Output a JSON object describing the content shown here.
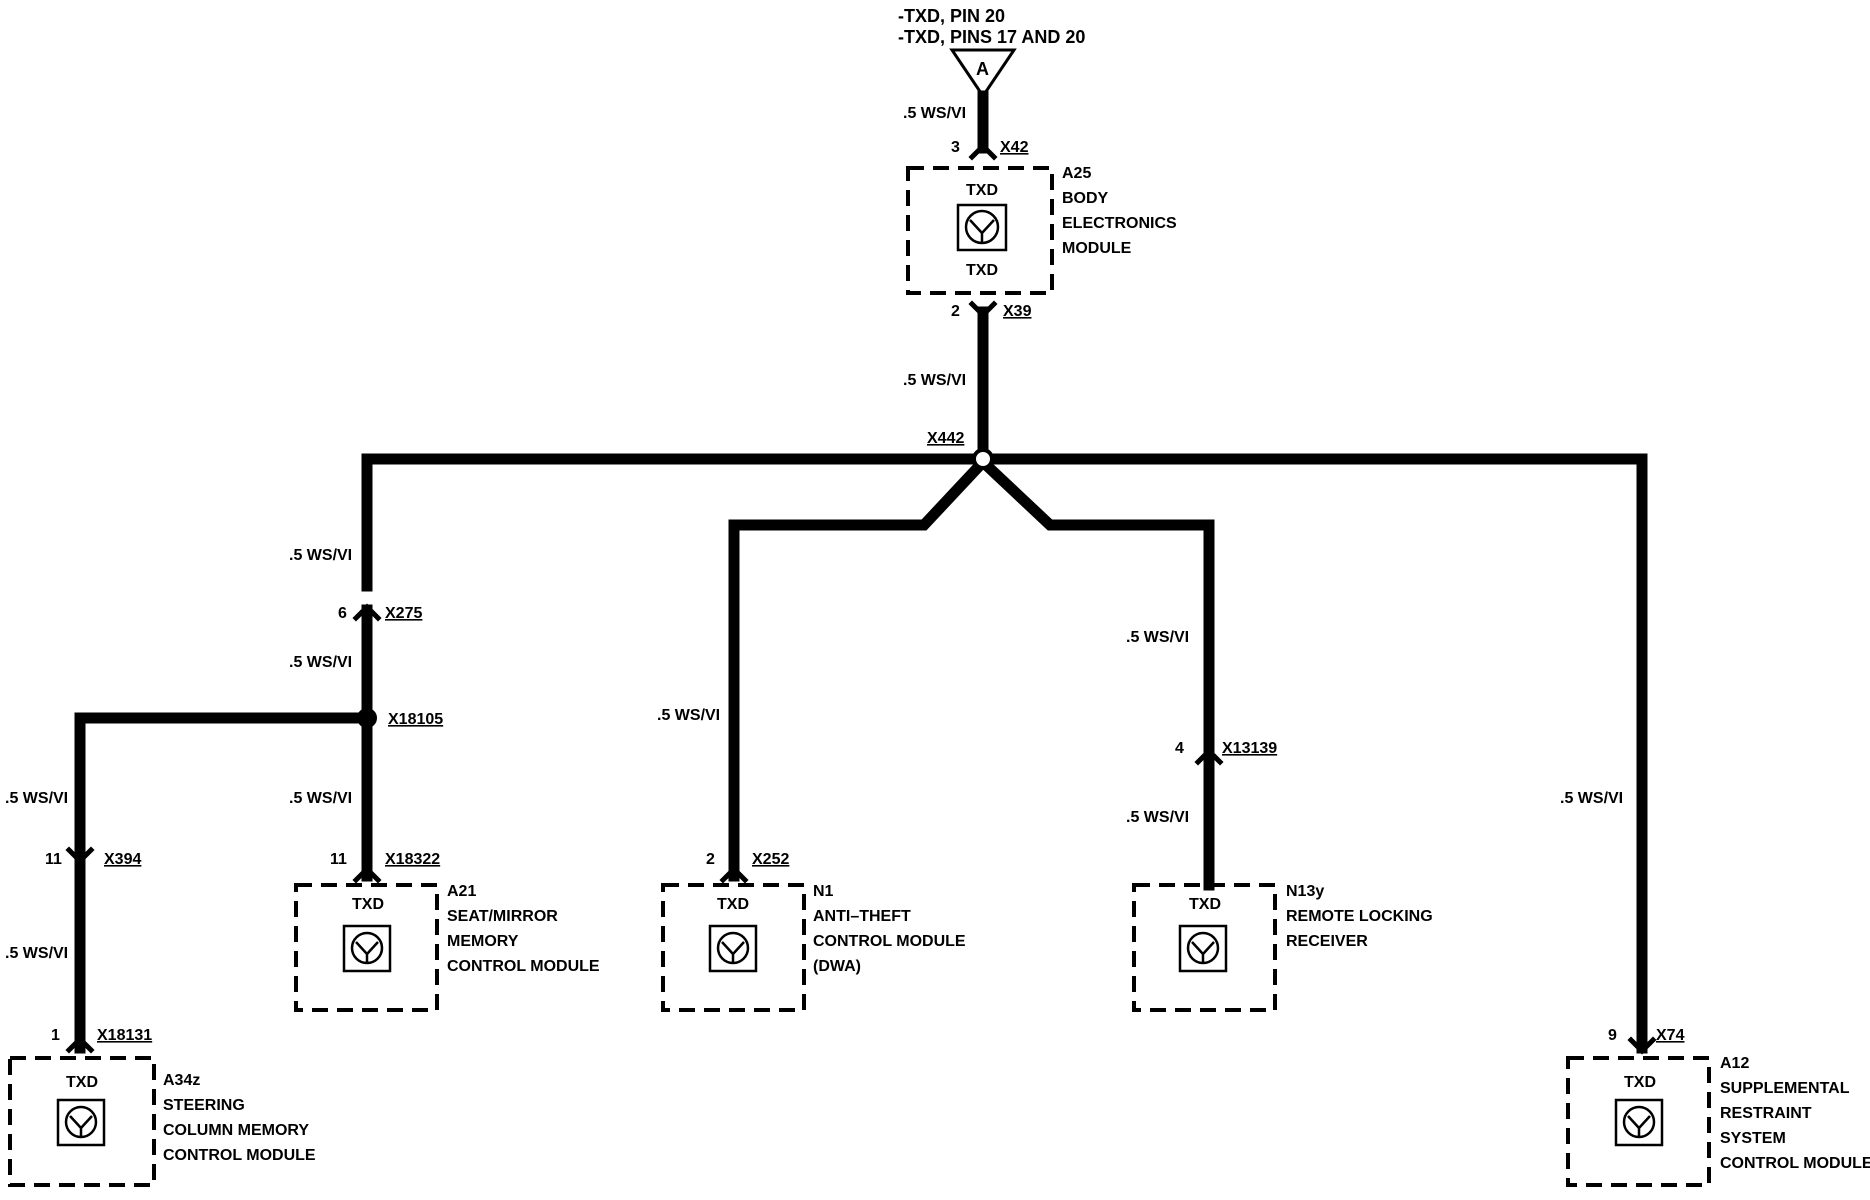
{
  "header": {
    "line1": "-TXD, PIN 20",
    "line2": "-TXD, PINS 17 AND 20",
    "connector_letter": "A"
  },
  "wire_label": ".5 WS/VI",
  "top_module": {
    "pin_top": "3",
    "connector_top": "X42",
    "pin_bottom": "2",
    "connector_bottom": "X39",
    "signal_top": "TXD",
    "signal_bottom": "TXD",
    "id": "A25",
    "name_lines": [
      "BODY",
      "ELECTRONICS",
      "MODULE"
    ]
  },
  "splice_main": "X442",
  "left_branch": {
    "pin": "6",
    "connector": "X275",
    "splice": "X18105"
  },
  "modules": [
    {
      "key": "a34z",
      "pin": "1",
      "connector": "X18131",
      "inline_pin": "11",
      "inline_connector": "X394",
      "signal": "TXD",
      "id": "A34z",
      "name_lines": [
        "STEERING",
        "COLUMN MEMORY",
        "CONTROL MODULE"
      ]
    },
    {
      "key": "a21",
      "pin": "11",
      "connector": "X18322",
      "signal": "TXD",
      "id": "A21",
      "name_lines": [
        "SEAT/MIRROR",
        "MEMORY",
        "CONTROL MODULE"
      ]
    },
    {
      "key": "n1",
      "pin": "2",
      "connector": "X252",
      "signal": "TXD",
      "id": "N1",
      "name_lines": [
        "ANTI–THEFT",
        "CONTROL MODULE",
        "(DWA)"
      ]
    },
    {
      "key": "n13y",
      "pin": "4",
      "connector": "X13139",
      "signal": "TXD",
      "id": "N13y",
      "name_lines": [
        "REMOTE LOCKING",
        "RECEIVER"
      ]
    },
    {
      "key": "a12",
      "pin": "9",
      "connector": "X74",
      "signal": "TXD",
      "id": "A12",
      "name_lines": [
        "SUPPLEMENTAL",
        "RESTRAINT",
        "SYSTEM",
        "CONTROL MODULE"
      ]
    }
  ]
}
